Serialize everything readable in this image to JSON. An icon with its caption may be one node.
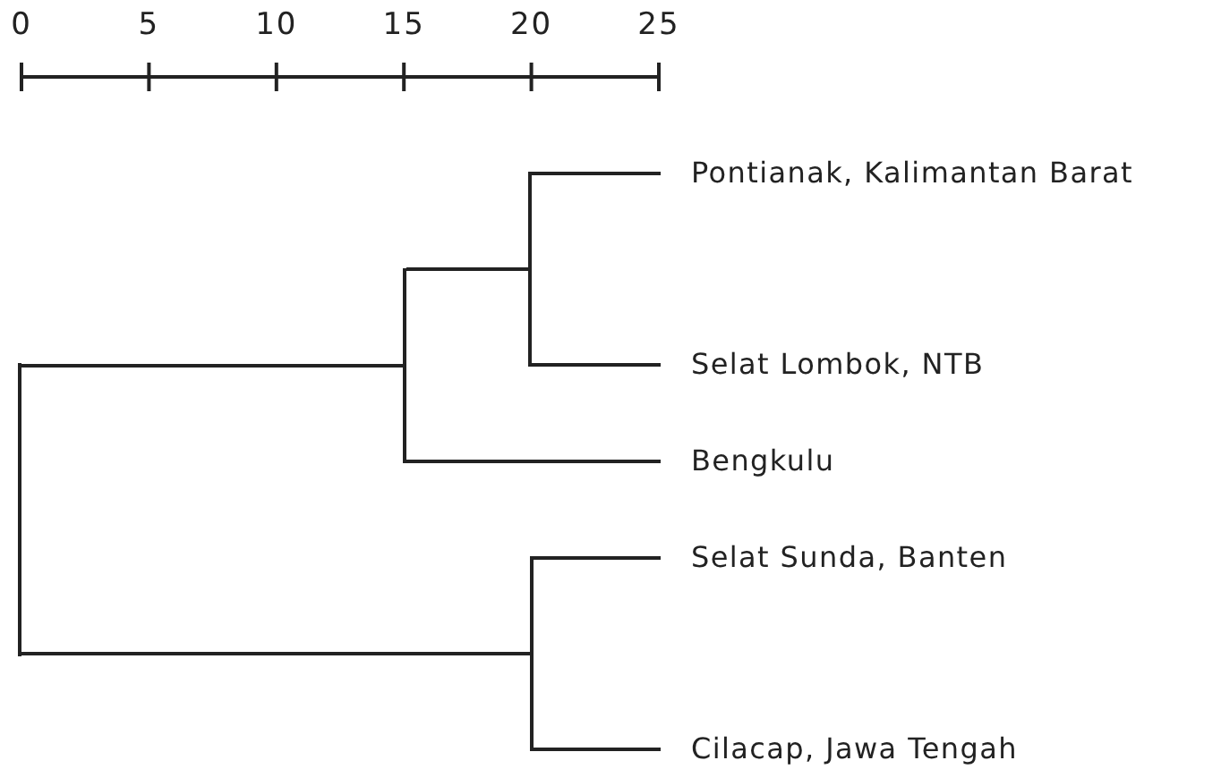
{
  "diagram": {
    "nodes": [
      {
        "text": [
          "Pontianak, Kalimantan Barat"
        ]
      },
      {
        "text": [
          "Selat Lombok, NTB"
        ]
      },
      {
        "text": [
          "Bengkulu"
        ]
      },
      {
        "text": [
          "Selat Sunda, Banten"
        ]
      },
      {
        "text": [
          "Cilacap, Jawa Tengah"
        ]
      },
      {
        "text": [],
        "shape": "bar"
      },
      {
        "text": [],
        "shape": "bar"
      },
      {
        "text": [],
        "shape": "bar"
      },
      {
        "text": [],
        "shape": "bar"
      }
    ],
    "edges": [
      {
        "from": 5,
        "to": 6,
        "arrow": "none"
      },
      {
        "from": 5,
        "to": 8,
        "arrow": "none"
      },
      {
        "from": 6,
        "to": 7,
        "arrow": "none"
      },
      {
        "from": 6,
        "to": 2,
        "arrow": "none"
      },
      {
        "from": 7,
        "to": 0,
        "arrow": "none"
      },
      {
        "from": 7,
        "to": 1,
        "arrow": "none"
      },
      {
        "from": 8,
        "to": 3,
        "arrow": "none"
      },
      {
        "from": 8,
        "to": 4,
        "arrow": "none"
      }
    ],
    "labels": [
      "0",
      "5",
      "10",
      "15",
      "20",
      "25"
    ]
  }
}
